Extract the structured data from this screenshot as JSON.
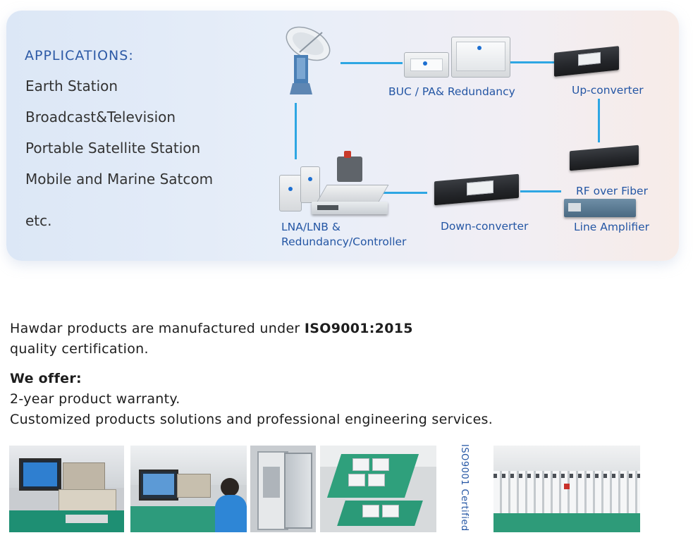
{
  "applications": {
    "title": "APPLICATIONS:",
    "items": [
      "Earth Station",
      "Broadcast&Television",
      "Portable Satellite Station",
      "Mobile and Marine Satcom",
      "etc."
    ]
  },
  "diagram": {
    "labels": {
      "buc": "BUC / PA& Redundancy",
      "upconverter": "Up-converter",
      "rf_fiber": "RF over Fiber",
      "line_amp": "Line Amplifier",
      "downconverter": "Down-converter",
      "lna_line1": "LNA/LNB &",
      "lna_line2": "Redundancy/Controller"
    }
  },
  "quality": {
    "line1_prefix": "Hawdar products are manufactured under ",
    "line1_bold": "ISO9001:2015",
    "line2": "quality certification."
  },
  "offer": {
    "heading": "We offer:",
    "items": [
      "2-year product warranty.",
      "Customized  products solutions and professional engineering services."
    ]
  },
  "iso_caption": "ISO9001 Certified",
  "colors": {
    "accent_blue": "#2456a4",
    "link_line": "#2ea6e3"
  }
}
